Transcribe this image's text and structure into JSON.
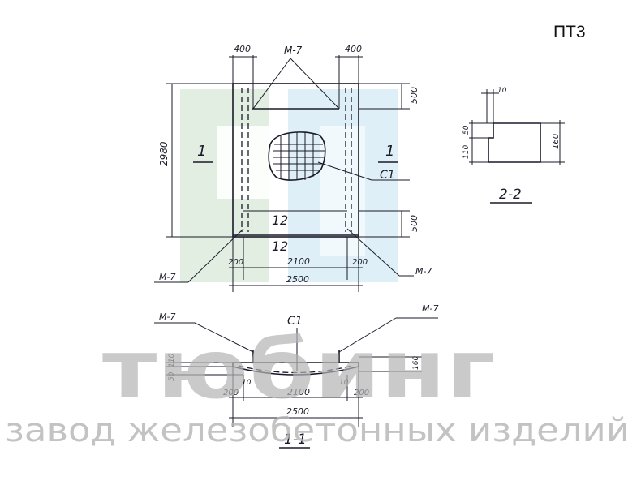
{
  "code_label": "ПТ3",
  "plan": {
    "dims_top_left": "400",
    "dims_top_right": "400",
    "height_total": "2980",
    "height_top": "500",
    "height_bottom": "500",
    "width_left": "200",
    "width_mid": "2100",
    "width_right": "200",
    "width_total": "2500",
    "loop_label": "М-7",
    "mesh_label": "С1",
    "section_mark_left": "1",
    "section_mark_right": "1",
    "section_mark_inner": "2",
    "section_mark_outer": "2"
  },
  "section22": {
    "title": "2-2",
    "dim_a": "10",
    "dim_b": "50",
    "dim_c": "110",
    "dim_d": "160"
  },
  "section11": {
    "title": "1-1",
    "loop_left": "М-7",
    "loop_right": "М-7",
    "mesh_label": "С1",
    "dim_left_v": "50, 110",
    "dim_right_v": "160",
    "dim_in_left": "10",
    "dim_in_right": "10",
    "width_left": "200",
    "width_mid": "2100",
    "width_right": "200",
    "width_total": "2500"
  },
  "watermark": {
    "brand": "тюбинг",
    "tagline": "завод железобетонных изделий"
  }
}
